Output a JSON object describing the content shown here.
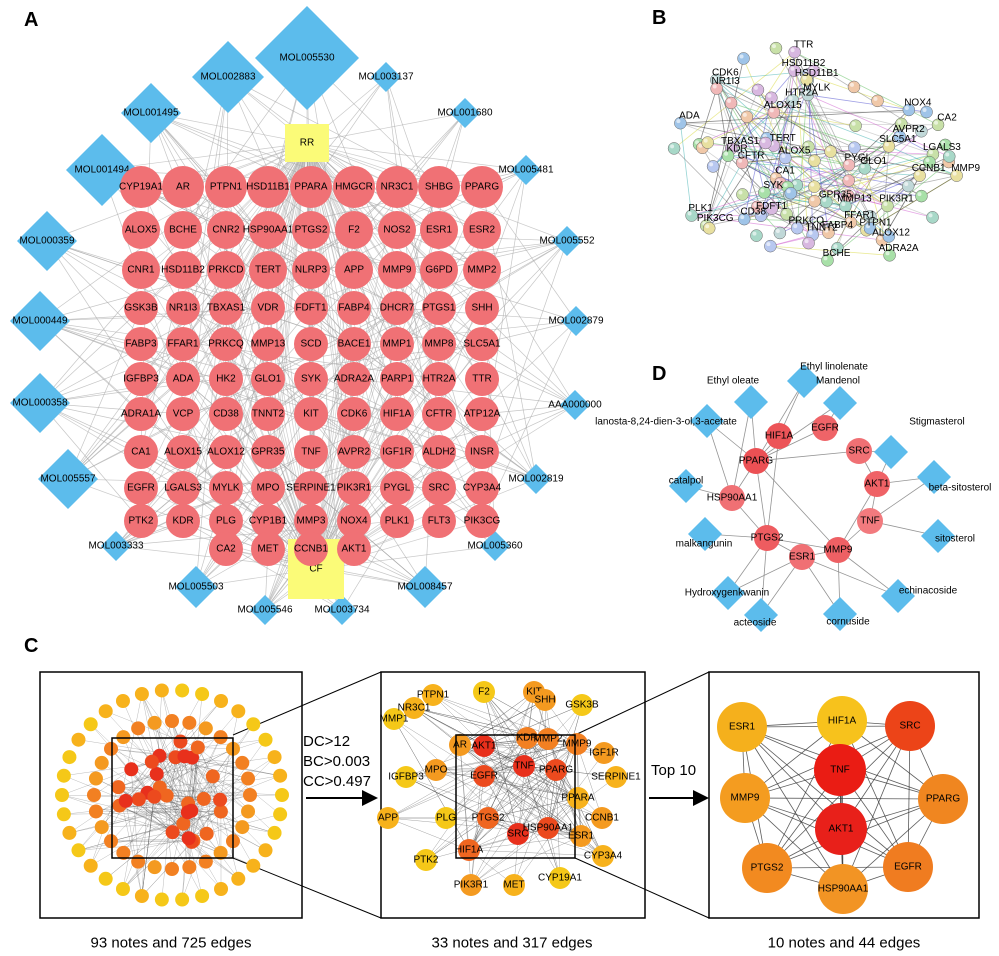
{
  "panel_labels": {
    "a": "A",
    "b": "B",
    "c": "C",
    "d": "D"
  },
  "colors": {
    "target": "#f07175",
    "compound": "#5cbcec",
    "herb": "#fbfb78",
    "edge": "#a8a8a8"
  },
  "panel_a": {
    "herbs": [
      "RR",
      "CF"
    ],
    "compounds": [
      "MOL005530",
      "MOL002883",
      "MOL003137",
      "MOL001495",
      "MOL001680",
      "MOL001494",
      "MOL005481",
      "MOL000359",
      "MOL005552",
      "MOL000449",
      "MOL002879",
      "MOL000358",
      "AAA000000",
      "MOL005557",
      "MOL002819",
      "MOL003333",
      "MOL005360",
      "MOL005503",
      "MOL008457",
      "MOL005546",
      "MOL003734"
    ],
    "target_rows": [
      [
        "CYP19A1",
        "AR",
        "PTPN1",
        "HSD11B1",
        "PPARA",
        "HMGCR",
        "NR3C1",
        "SHBG",
        "PPARG"
      ],
      [
        "ALOX5",
        "BCHE",
        "CNR2",
        "HSP90AA1",
        "PTGS2",
        "F2",
        "NOS2",
        "ESR1",
        "ESR2"
      ],
      [
        "CNR1",
        "HSD11B2",
        "PRKCD",
        "TERT",
        "NLRP3",
        "APP",
        "MMP9",
        "G6PD",
        "MMP2"
      ],
      [
        "GSK3B",
        "NR1I3",
        "TBXAS1",
        "VDR",
        "FDFT1",
        "FABP4",
        "DHCR7",
        "PTGS1",
        "SHH"
      ],
      [
        "FABP3",
        "FFAR1",
        "PRKCQ",
        "MMP13",
        "SCD",
        "BACE1",
        "MMP1",
        "MMP8",
        "SLC5A1"
      ],
      [
        "IGFBP3",
        "ADA",
        "HK2",
        "GLO1",
        "SYK",
        "ADRA2A",
        "PARP1",
        "HTR2A",
        "TTR"
      ],
      [
        "ADRA1A",
        "VCP",
        "CD38",
        "TNNT2",
        "KIT",
        "CDK6",
        "HIF1A",
        "CFTR",
        "ATP12A"
      ],
      [
        "CA1",
        "ALOX15",
        "ALOX12",
        "GPR35",
        "TNF",
        "AVPR2",
        "IGF1R",
        "ALDH2",
        "INSR"
      ],
      [
        "EGFR",
        "LGALS3",
        "MYLK",
        "MPO",
        "SERPINE1",
        "PIK3R1",
        "PYGL",
        "SRC",
        "CYP3A4"
      ],
      [
        "PTK2",
        "KDR",
        "PLG",
        "CYP1B1",
        "MMP3",
        "NOX4",
        "PLK1",
        "FLT3",
        "PIK3CG"
      ],
      [
        "",
        "",
        "CA2",
        "MET",
        "CCNB1",
        "AKT1",
        "",
        "",
        ""
      ]
    ]
  },
  "panel_b": {
    "nodes": [
      "CD38",
      "LGALS3",
      "ALOX12",
      "MMP13",
      "TBXAS1",
      "MMP9",
      "ALOX5",
      "SYK",
      "ALOX15",
      "MYLK",
      "NOX4",
      "PIK3CG",
      "FFAR1",
      "PLK1",
      "TERT",
      "PTPN1",
      "TNNT2",
      "KDR",
      "PYGL",
      "HSD11B1",
      "ADA",
      "PIK3R1",
      "FABP4",
      "GLO1",
      "TTR",
      "CCNB1",
      "PRKCQ",
      "BCHE",
      "CFTR",
      "CDK6",
      "AVPR2",
      "CA2",
      "CA1",
      "GPR35",
      "HSD11B2",
      "SLC5A1",
      "FDFT1",
      "ADRA2A",
      "NR1I3",
      "HTR2A"
    ]
  },
  "panel_c": {
    "criteria": [
      "DC>12",
      "BC>0.003",
      "CC>0.497"
    ],
    "step_label": "Top 10",
    "captions": [
      "93 notes and 725 edges",
      "33 notes and 317 edges",
      "10 notes and 44 edges"
    ],
    "mid_nodes": [
      "F2",
      "KIT",
      "PTPN1",
      "MMP1",
      "NR3C1",
      "SHH",
      "IGFBP3",
      "MPO",
      "APP",
      "PLG",
      "SERPINE1",
      "CCNB1",
      "PTK2",
      "PIK3R1",
      "MET",
      "CYP19A1",
      "CYP3A4",
      "IGF1R",
      "GSK3B",
      "AR",
      "KDR",
      "MMP2",
      "AKT1",
      "EGFR",
      "MMP9",
      "TNF",
      "PPARG",
      "PTGS2",
      "SRC",
      "HSP90AA1",
      "HIF1A",
      "PPARA",
      "ESR1"
    ],
    "top10": [
      "HIF1A",
      "ESR1",
      "SRC",
      "TNF",
      "MMP9",
      "PPARG",
      "AKT1",
      "PTGS2",
      "EGFR",
      "HSP90AA1"
    ]
  },
  "panel_d": {
    "compounds": [
      "Ethyl linolenate",
      "Ethyl oleate",
      "Mandenol",
      "lanosta-8,24-dien-3-ol,3-acetate",
      "Stigmasterol",
      "catalpol",
      "beta-sitosterol",
      "malkangunin",
      "sitosterol",
      "Hydroxygenkwanin",
      "echinacoside",
      "acteoside",
      "cornuside"
    ],
    "targets": [
      "HIF1A",
      "EGFR",
      "SRC",
      "PPARG",
      "AKT1",
      "HSP90AA1",
      "TNF",
      "PTGS2",
      "ESR1",
      "MMP9"
    ]
  }
}
